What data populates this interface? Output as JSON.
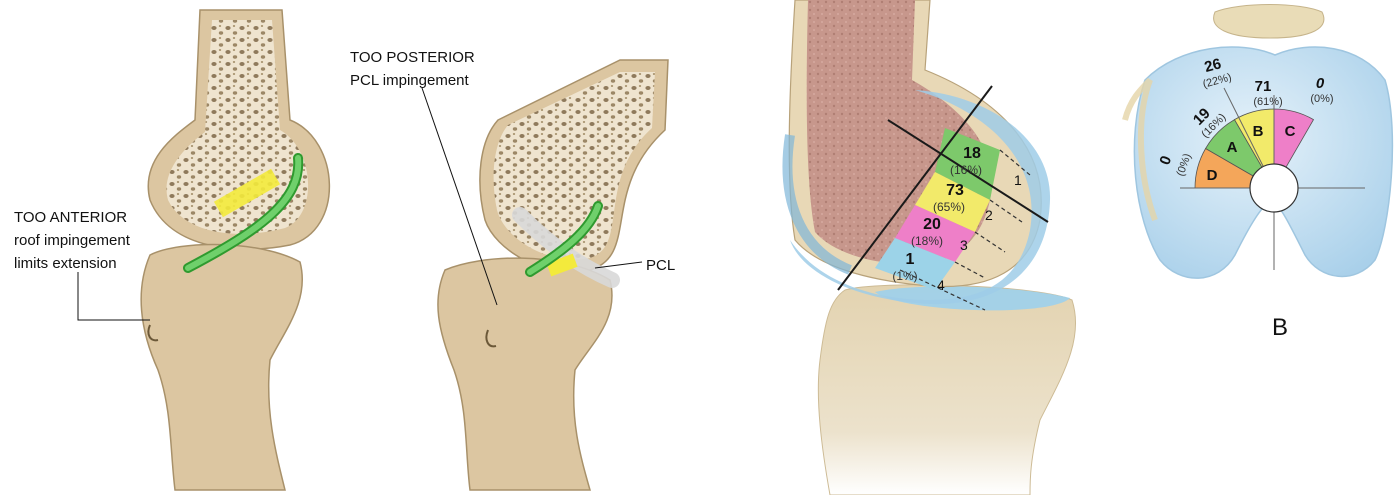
{
  "labels": {
    "too_anterior": [
      "TOO ANTERIOR",
      "roof impingement",
      "limits extension"
    ],
    "too_posterior": [
      "TOO POSTERIOR",
      "PCL impingement"
    ],
    "pcl": "PCL",
    "panel_b": "B"
  },
  "sagittal_zones": [
    {
      "count": "18",
      "pct": "(16%)",
      "zone": "1",
      "color": "#7dc96b"
    },
    {
      "count": "73",
      "pct": "(65%)",
      "zone": "2",
      "color": "#f2ea6a"
    },
    {
      "count": "20",
      "pct": "(18%)",
      "zone": "3",
      "color": "#ee7fc8"
    },
    {
      "count": "1",
      "pct": "(1%)",
      "zone": "4",
      "color": "#9cd3e8"
    }
  ],
  "coronal_sectors": [
    {
      "letter": "D",
      "count": "0",
      "pct": "(0%)",
      "color": "#f4a65a"
    },
    {
      "letter": "A",
      "count": "19",
      "pct": "(16%)",
      "color": "#7dc96b"
    },
    {
      "letter": "B",
      "count": "71",
      "pct": "(61%)",
      "color": "#f2ea6a"
    },
    {
      "letter": "C",
      "count": "0",
      "pct": "(0%)",
      "color": "#ee7fc8"
    }
  ],
  "coronal_extra": {
    "count": "26",
    "pct": "(22%)"
  }
}
